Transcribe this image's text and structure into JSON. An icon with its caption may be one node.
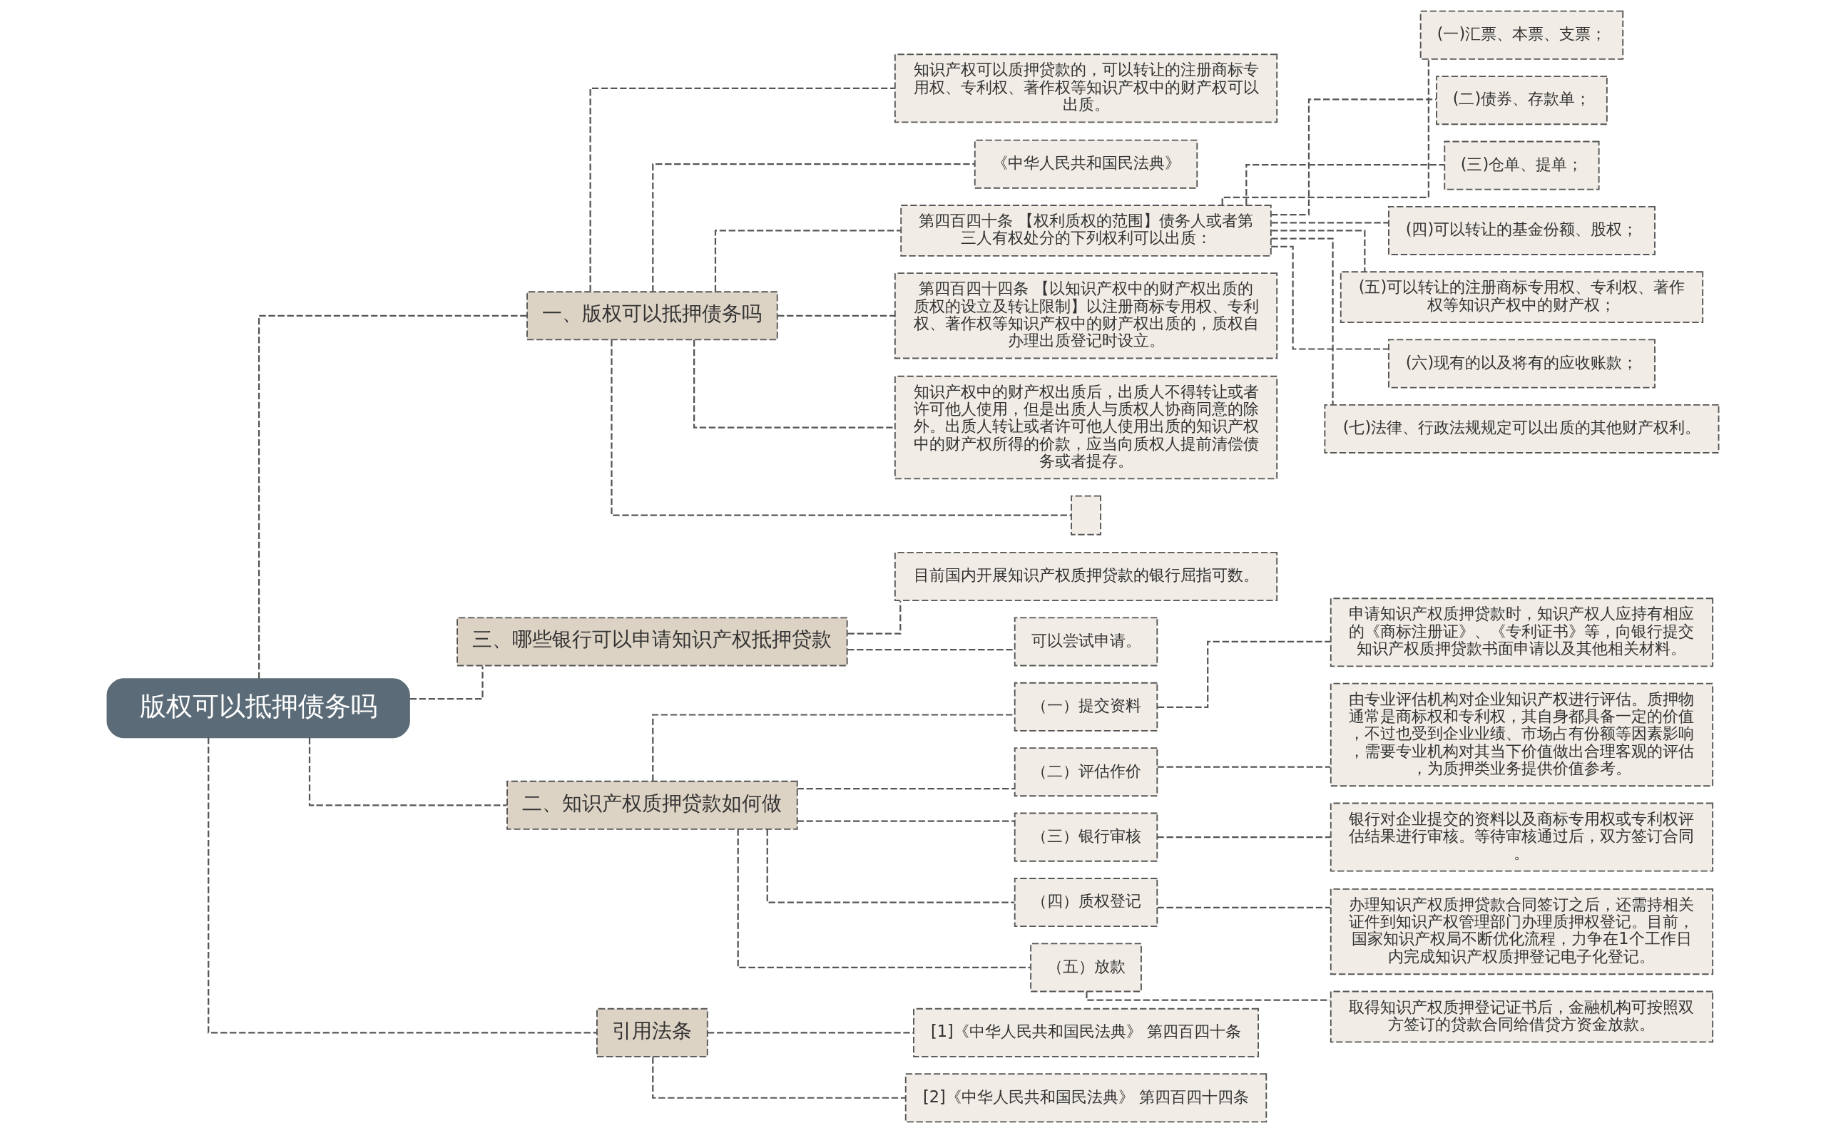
{
  "diagram": {
    "nodes": [
      {
        "text": [
          "版权可以抵押债务吗"
        ]
      },
      {
        "text": [
          "一、版权可以抵押债务吗"
        ]
      },
      {
        "text": [
          "知识产权可以质押贷款的，可以转让的注册商标专用权、专利权、著作权等知识产权中的财产权可以出质。"
        ]
      },
      {
        "text": [
          "《中华人民共和国民法典》"
        ]
      },
      {
        "text": [
          "第四百四十条 【权利质权的范围】债务人或者第三人有权处分的下列权利可以出质："
        ]
      },
      {
        "text": [
          "(一)汇票、本票、支票；"
        ]
      },
      {
        "text": [
          "(二)债券、存款单；"
        ]
      },
      {
        "text": [
          "(三)仓单、提单；"
        ]
      },
      {
        "text": [
          "(四)可以转让的基金份额、股权；"
        ]
      },
      {
        "text": [
          "(五)可以转让的注册商标专用权、专利权、著作权等知识产权中的财产权；"
        ]
      },
      {
        "text": [
          "(六)现有的以及将有的应收账款；"
        ]
      },
      {
        "text": [
          "(七)法律、行政法规规定可以出质的其他财产权利。"
        ]
      },
      {
        "text": [
          "第四百四十四条 【以知识产权中的财产权出质的质权的设立及转让限制】以注册商标专用权、专利权、著作权等知识产权中的财产权出质的，质权自办理出质登记时设立。"
        ]
      },
      {
        "text": [
          "知识产权中的财产权出质后，出质人不得转让或者许可他人使用，但是出质人与质权人协商同意的除外。出质人转让或者许可他人使用出质的知识产权中的财产权所得的价款，应当向质权人提前清偿债务或者提存。"
        ]
      },
      {
        "text": [],
        "shape": "box"
      },
      {
        "text": [
          "三、哪些银行可以申请知识产权抵押贷款"
        ]
      },
      {
        "text": [
          "目前国内开展知识产权质押贷款的银行屈指可数。"
        ]
      },
      {
        "text": [
          "可以尝试申请。"
        ]
      },
      {
        "text": [
          "二、知识产权质押贷款如何做"
        ]
      },
      {
        "text": [
          "（一）提交资料"
        ]
      },
      {
        "text": [
          "申请知识产权质押贷款时，知识产权人应持有相应的《商标注册证》、《专利证书》等，向银行提交知识产权质押贷款书面申请以及其他相关材料。"
        ]
      },
      {
        "text": [
          "（二）评估作价"
        ]
      },
      {
        "text": [
          "由专业评估机构对企业知识产权进行评估。质押物通常是商标权和专利权，其自身都具备一定的价值，不过也受到企业业绩、市场占有份额等因素影响，需要专业机构对其当下价值做出合理客观的评估，为质押类业务提供价值参考。"
        ]
      },
      {
        "text": [
          "（三）银行审核"
        ]
      },
      {
        "text": [
          "银行对企业提交的资料以及商标专用权或专利权评估结果进行审核。等待审核通过后，双方签订合同。"
        ]
      },
      {
        "text": [
          "（四）质权登记"
        ]
      },
      {
        "text": [
          "办理知识产权质押贷款合同签订之后，还需持相关证件到知识产权管理部门办理质押权登记。目前，国家知识产权局不断优化流程，力争在1个工作日内完成知识产权质押登记电子化登记。"
        ]
      },
      {
        "text": [
          "（五）放款"
        ]
      },
      {
        "text": [
          "取得知识产权质押登记证书后，金融机构可按照双方签订的贷款合同给借贷方资金放款。"
        ]
      },
      {
        "text": [
          "引用法条"
        ]
      },
      {
        "text": [
          "[1]《中华人民共和国民法典》 第四百四十条"
        ]
      },
      {
        "text": [
          "[2]《中华人民共和国民法典》 第四百四十四条"
        ]
      }
    ],
    "edges": [
      {
        "from": 0,
        "to": 1,
        "arrow": "none"
      },
      {
        "from": 1,
        "to": 2,
        "arrow": "none"
      },
      {
        "from": 1,
        "to": 3,
        "arrow": "none"
      },
      {
        "from": 1,
        "to": 4,
        "arrow": "none"
      },
      {
        "from": 4,
        "to": 5,
        "arrow": "none"
      },
      {
        "from": 4,
        "to": 6,
        "arrow": "none"
      },
      {
        "from": 4,
        "to": 7,
        "arrow": "none"
      },
      {
        "from": 4,
        "to": 8,
        "arrow": "none"
      },
      {
        "from": 4,
        "to": 9,
        "arrow": "none"
      },
      {
        "from": 4,
        "to": 10,
        "arrow": "none"
      },
      {
        "from": 4,
        "to": 11,
        "arrow": "none"
      },
      {
        "from": 1,
        "to": 12,
        "arrow": "none"
      },
      {
        "from": 1,
        "to": 13,
        "arrow": "none"
      },
      {
        "from": 1,
        "to": 14,
        "arrow": "none"
      },
      {
        "from": 0,
        "to": 15,
        "arrow": "none"
      },
      {
        "from": 15,
        "to": 16,
        "arrow": "none"
      },
      {
        "from": 15,
        "to": 17,
        "arrow": "none"
      },
      {
        "from": 0,
        "to": 18,
        "arrow": "none"
      },
      {
        "from": 18,
        "to": 19,
        "arrow": "none"
      },
      {
        "from": 19,
        "to": 20,
        "arrow": "none"
      },
      {
        "from": 18,
        "to": 21,
        "arrow": "none"
      },
      {
        "from": 21,
        "to": 22,
        "arrow": "none"
      },
      {
        "from": 18,
        "to": 23,
        "arrow": "none"
      },
      {
        "from": 23,
        "to": 24,
        "arrow": "none"
      },
      {
        "from": 18,
        "to": 25,
        "arrow": "none"
      },
      {
        "from": 25,
        "to": 26,
        "arrow": "none"
      },
      {
        "from": 18,
        "to": 27,
        "arrow": "none"
      },
      {
        "from": 27,
        "to": 28,
        "arrow": "none"
      },
      {
        "from": 0,
        "to": 29,
        "arrow": "none"
      },
      {
        "from": 29,
        "to": 30,
        "arrow": "none"
      },
      {
        "from": 29,
        "to": 31,
        "arrow": "none"
      }
    ]
  }
}
